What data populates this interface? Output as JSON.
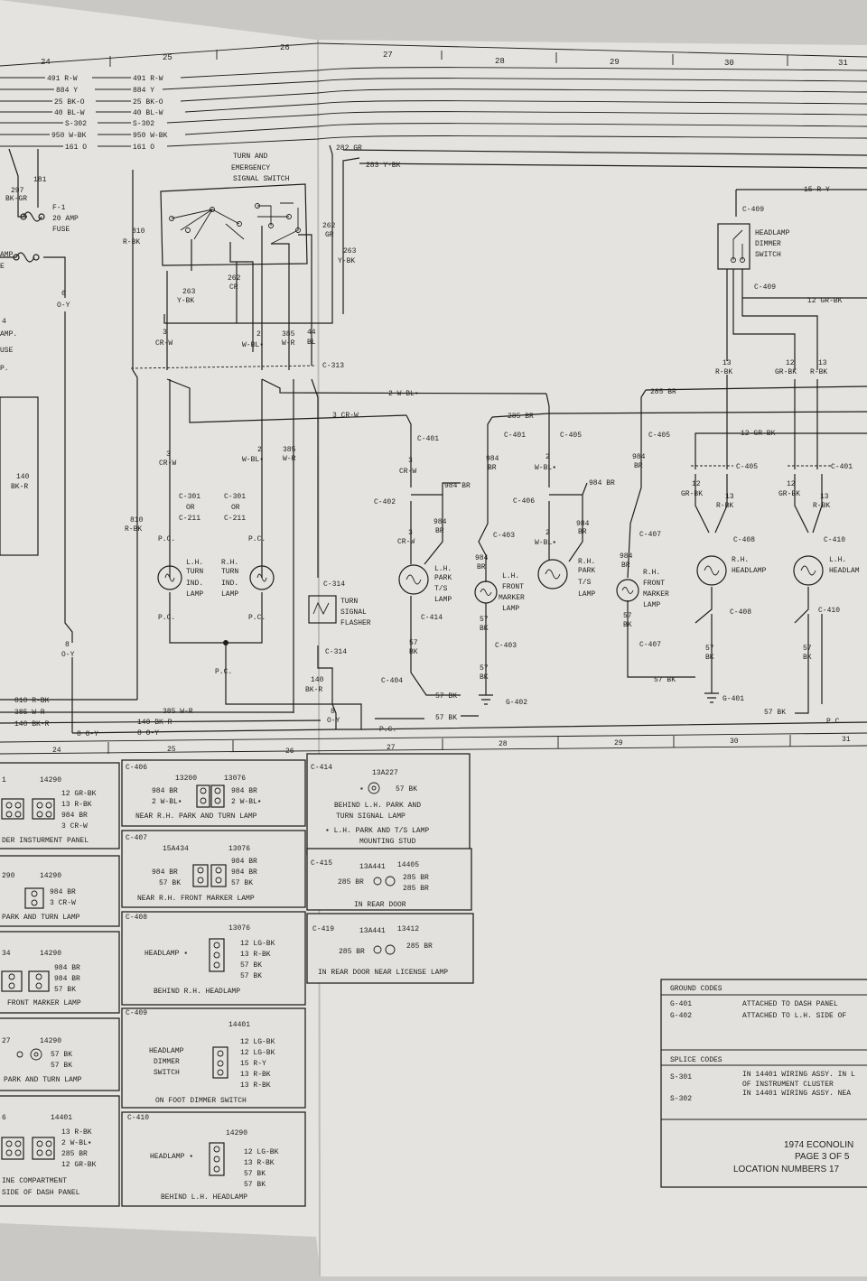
{
  "grid": {
    "top": [
      "24",
      "25",
      "26",
      "27",
      "28",
      "29",
      "30",
      "31"
    ],
    "bottom": [
      "24",
      "25",
      "26",
      "27",
      "28",
      "29",
      "30",
      "31"
    ]
  },
  "buses": {
    "left": [
      "491 R-W",
      "884 Y",
      "25 BK-O",
      "40 BL-W",
      "S-302",
      "950 W-BK",
      "161 O"
    ],
    "right": [
      "491 R-W",
      "884 Y",
      "25 BK-O",
      "40 BL-W",
      "S-302",
      "950 W-BK",
      "161 O"
    ]
  },
  "wires": {
    "w282gr": "282 GR",
    "w283ybk": "283 Y-BK",
    "w15ry": "15 R-Y",
    "w12grbk": "12 GR-BK",
    "w2wbl": "2 W-BL▪",
    "w3crw": "3 CR-W",
    "w285br": "285 BR",
    "w12grbk2": "12 GR-BK",
    "w57bk": "57 BK",
    "w57bk2": "57 BK",
    "w57bk3": "57 BK",
    "w57bk4": "57 BK",
    "w810": "810 R-BK",
    "w385": "385 W-R",
    "w140": "140 BK-R",
    "w8oy": "8 O-Y",
    "w385b": "385 W-R",
    "w140b": "140 BK-R",
    "w8oyb": "8 O-Y",
    "pc": "P.C.",
    "pc2": "P.C."
  },
  "left_labels": {
    "w297": "297",
    "w297c": "BK-GR",
    "w181": "181",
    "f1": "F-1",
    "f1amp": "20 AMP",
    "f1fuse": "FUSE",
    "amp": "AMP",
    "e": "E",
    "a4": "4",
    "amp2": "AMP.",
    "use": "USE",
    "p": "P.",
    "w6oy": "6",
    "w6oyc": "O-Y",
    "w140l": "140",
    "w140lc": "BK-R",
    "w8": "8",
    "w8c": "O-Y",
    "w810v": "810",
    "w810vc": "R-BK",
    "w810v2": "810",
    "w810v2c": "R-BK"
  },
  "switch": {
    "title1": "TURN AND",
    "title2": "EMERGENCY",
    "title3": "SIGNAL SWITCH",
    "w263": "263",
    "w263c": "Y-BK",
    "w262": "262",
    "w262c": "CR",
    "w3": "3",
    "w3c": "CR-W",
    "w2": "2",
    "w2c": "W-BL▪",
    "w385s": "385",
    "w385sc": "W-R",
    "w44": "44",
    "w44c": "BL",
    "w262v": "262",
    "w262vc": "GR",
    "w263v": "263",
    "w263vc": "Y-BK",
    "c313": "C-313"
  },
  "indicators": {
    "w3": "3",
    "w3c": "CR-W",
    "w2": "2",
    "w2c": "W-BL▪",
    "w385": "385",
    "w385c": "W-R",
    "c301a": "C-301",
    "c301b": "C-301",
    "or1": "OR",
    "or2": "OR",
    "c211a": "C-211",
    "c211b": "C-211",
    "pc1": "P.C.",
    "pc2": "P.C.",
    "pc3": "P.C.",
    "pc4": "P.C.",
    "pc5": "P.C.",
    "lh1": "L.H.",
    "lh2": "TURN",
    "lh3": "IND.",
    "lh4": "LAMP",
    "rh1": "R.H.",
    "rh2": "TURN",
    "rh3": "IND.",
    "rh4": "LAMP",
    "c314a": "C-314",
    "c314b": "C-314",
    "fl1": "TURN",
    "fl2": "SIGNAL",
    "fl3": "FLASHER",
    "w140": "140",
    "w140c": "BK-R",
    "w8": "8",
    "w8c": "O-Y"
  },
  "lamps": {
    "c401": "C-401",
    "w3": "3",
    "w3c": "CR-W",
    "c402": "C-402",
    "w984": "984 BR",
    "w984b": "984",
    "w984bc": "BR",
    "w3b": "3",
    "w3bc": "CR-W",
    "lhpark1": "L.H.",
    "lhpark2": "PARK",
    "lhpark3": "T/S",
    "lhpark4": "LAMP",
    "c414": "C-414",
    "w57": "57",
    "w57c": "BK",
    "c404": "C-404",
    "w285": "285 BR",
    "c401b": "C-401",
    "w984c": "984",
    "w984cc": "BR",
    "c403": "C-403",
    "w984d": "984",
    "w984dc": "BR",
    "lhfm1": "L.H.",
    "lhfm2": "FRONT",
    "lhfm3": "MARKER",
    "lhfm4": "LAMP",
    "w57b": "57",
    "w57bc": "BK",
    "c403b": "C-403",
    "w57d": "57",
    "w57dc": "BK",
    "g402": "G-402",
    "c405": "C-405",
    "w2": "2",
    "w2c": "W-BL▪",
    "c406": "C-406",
    "w984e": "984 BR",
    "w984f": "984",
    "w984fc": "BR",
    "w2b": "2",
    "w2bc": "W-BL▪",
    "rhpark1": "R.H.",
    "rhpark2": "PARK",
    "rhpark3": "T/S",
    "rhpark4": "LAMP",
    "c405b": "C-405",
    "w984g": "984",
    "w984gc": "BR",
    "c407": "C-407",
    "w984h": "984",
    "w984hc": "BR",
    "rhfm1": "R.H.",
    "rhfm2": "FRONT",
    "rhfm3": "MARKER",
    "rhfm4": "LAMP",
    "w57e": "57",
    "w57ec": "BK",
    "c407b": "C-407",
    "g401": "G-401"
  },
  "headlamps": {
    "c409": "C-409",
    "dimmer1": "HEADLAMP",
    "dimmer2": "DIMMER",
    "dimmer3": "SWITCH",
    "c409b": "C-409",
    "w13": "13",
    "w13c": "R-BK",
    "w12": "12",
    "w12c": "GR-BK",
    "w13b": "13",
    "w13bc": "R-BK",
    "c405": "C-405",
    "c401": "C-401",
    "w12b": "12",
    "w12bc": "GR-BK",
    "w13d": "13",
    "w13dc": "R-BK",
    "w12e": "12",
    "w12ec": "GR-BK",
    "w13e": "13",
    "w13ec": "R-BK",
    "c408": "C-408",
    "c410": "C-410",
    "rhh1": "R.H.",
    "rhh2": "HEADLAMP",
    "lhh1": "L.H.",
    "lhh2": "HEADLAM",
    "c408b": "C-408",
    "c410b": "C-410",
    "w57": "57",
    "w57c": "BK",
    "w57b": "57",
    "w57bc": "BK",
    "g401": "G-401",
    "w285": "285 BR"
  },
  "legends": {
    "left": [
      {
        "a": "1",
        "b": "14290",
        "lines": [
          "12 GR-BK",
          "13 R-BK",
          "984 BR",
          "3 CR-W"
        ],
        "caption": "DER INSTURMENT PANEL"
      },
      {
        "a": "290",
        "b": "14290",
        "lines": [
          "984 BR",
          "3 CR-W"
        ],
        "caption": "PARK AND TURN LAMP"
      },
      {
        "a": "34",
        "b": "14290",
        "lines": [
          "984 BR",
          "984 BR",
          "57 BK"
        ],
        "caption": "FRONT MARKER LAMP"
      },
      {
        "a": "27",
        "b": "14290",
        "lines": [
          "57 BK",
          "57 BK"
        ],
        "caption": "PARK AND TURN LAMP"
      },
      {
        "a": "6",
        "b": "14401",
        "lines": [
          "13 R-BK",
          "2 W-BL▪",
          "285 BR",
          "12 GR-BK"
        ],
        "caption": "INE COMPARTMENT",
        "caption2": "SIDE OF DASH PANEL"
      }
    ],
    "mid": [
      {
        "id": "C-406",
        "a": "13200",
        "b": "13076",
        "left": [
          "984 BR",
          "2 W-BL▪"
        ],
        "right": [
          "984 BR",
          "2 W-BL▪"
        ],
        "caption": "NEAR R.H. PARK AND TURN LAMP"
      },
      {
        "id": "C-407",
        "a": "15A434",
        "b": "13076",
        "left": [
          "984 BR",
          "57 BK"
        ],
        "right": [
          "984 BR",
          "984 BR",
          "57 BK"
        ],
        "caption": "NEAR R.H. FRONT MARKER LAMP"
      },
      {
        "id": "C-408",
        "a": "",
        "b": "13076",
        "leftlabel": "HEADLAMP ▪",
        "right": [
          "12 LG-BK",
          "13 R-BK",
          "57 BK",
          "57 BK"
        ],
        "caption": "BEHIND R.H. HEADLAMP"
      },
      {
        "id": "C-409",
        "a": "",
        "b": "14401",
        "leftlabel": "HEADLAMP",
        "leftlabel2": "DIMMER",
        "leftlabel3": "SWITCH",
        "right": [
          "12 LG-BK",
          "12 LG-BK",
          "15 R-Y",
          "13 R-BK",
          "13 R-BK"
        ],
        "caption": "ON FOOT DIMMER SWITCH"
      },
      {
        "id": "C-410",
        "a": "",
        "b": "14290",
        "leftlabel": "HEADLAMP ▪",
        "right": [
          "12 LG-BK",
          "13 R-BK",
          "57 BK",
          "57 BK"
        ],
        "caption": "BEHIND L.H. HEADLAMP"
      }
    ],
    "right": [
      {
        "id": "C-414",
        "a": "13A227",
        "right": "57 BK",
        "caption": "BEHIND L.H. PARK AND",
        "caption2": "TURN SIGNAL LAMP",
        "note": "▪ L.H. PARK AND T/S LAMP",
        "note2": "MOUNTING STUD"
      },
      {
        "id": "C-415",
        "a": "13A441",
        "b": "14405",
        "left": "285 BR",
        "right": [
          "285 BR",
          "285 BR"
        ],
        "caption": "IN REAR DOOR"
      },
      {
        "id": "C-419",
        "a": "13A441",
        "b": "13412",
        "left": "285 BR",
        "right": "285 BR",
        "caption": "IN REAR DOOR NEAR LICENSE LAMP"
      }
    ]
  },
  "codes": {
    "ground_title": "GROUND CODES",
    "ground": [
      {
        "code": "G-401",
        "desc": "ATTACHED TO DASH PANEL"
      },
      {
        "code": "G-402",
        "desc": "ATTACHED TO L.H. SIDE OF"
      }
    ],
    "splice_title": "SPLICE CODES",
    "splice": [
      {
        "code": "S-301",
        "desc": "IN 14401 WIRING ASSY. IN L",
        "desc2": "OF INSTRUMENT CLUSTER"
      },
      {
        "code": "S-302",
        "desc": "IN 14401 WIRING ASSY. NEA"
      }
    ]
  },
  "title_block": {
    "line1": "1974 ECONOLIN",
    "line2": "PAGE 3 OF 5",
    "line3": "LOCATION NUMBERS 17"
  }
}
